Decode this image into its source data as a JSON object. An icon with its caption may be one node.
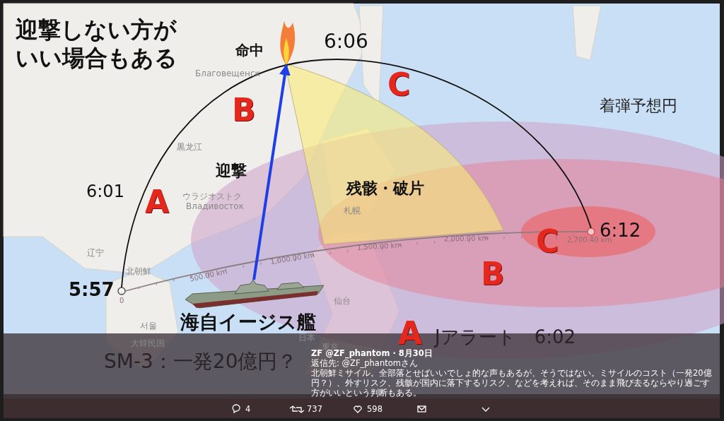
{
  "diagram": {
    "title": "迎撃しない方がいい場合もある",
    "nodes": [
      {
        "text": [],
        "shape": "circle",
        "beside": [
          "5:57",
          "0"
        ]
      },
      {
        "text": [],
        "shape": "circle",
        "beside": [
          "6:12"
        ]
      },
      {
        "text": [],
        "shape": "picture",
        "beside": [
          "命中"
        ]
      },
      {
        "text": [],
        "shape": "picture",
        "beside": [
          "海自イージス艦"
        ]
      },
      {
        "text": [
          "残骸・破片"
        ]
      }
    ],
    "edges": [
      {
        "from": 0,
        "to": 2,
        "arrow": "none"
      },
      {
        "from": 2,
        "to": 1,
        "arrow": "none"
      },
      {
        "from": 0,
        "to": 1,
        "arrow": "none",
        "color": "#8c7d82"
      },
      {
        "from": 3,
        "to": 2,
        "arrow": "to",
        "label": "迎撃",
        "style": "thick",
        "color": "#1f3fe6"
      }
    ],
    "labels": [
      "6:06",
      "C",
      "着弾予想円",
      "B",
      "6:01",
      "A",
      "500.00 km",
      "1,000.00 km",
      "1,500.00 km",
      "2,000.00 km",
      "2,700.40 km",
      "C",
      "B",
      "A",
      "Jアラート　6:02",
      "SM-3：一発20億円？",
      "Благовещенск",
      "黒龙江",
      "ウラジオストク",
      "Владивосток",
      "札幌",
      "辽宁",
      "北朝鮮",
      "仙台",
      "서울",
      "大韓民国",
      "日本",
      "東京",
      "ZF @ZF_phantom · 8月30日",
      "返信先: @ZF_phantomさん",
      "北朝鮮ミサイル。全部落とせばいいでしょ的な声もあるが、そうではない。ミサイルのコスト（一発20億円？）、外すリスク、残骸が国内に落下するリスク、などを考えれば、そのまま飛び去るならやり過ごす方がいいという判断もある。",
      "4",
      "737",
      "598"
    ]
  }
}
